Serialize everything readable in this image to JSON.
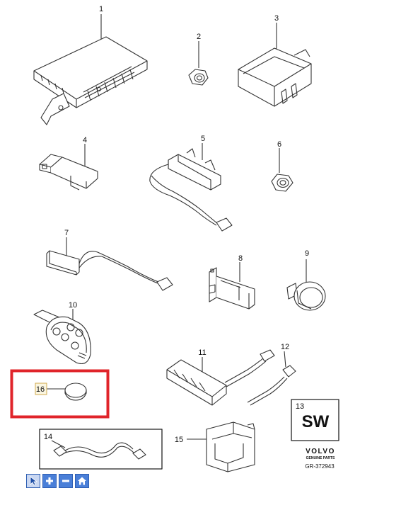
{
  "callouts": {
    "c1": "1",
    "c2": "2",
    "c3": "3",
    "c4": "4",
    "c5": "5",
    "c6": "6",
    "c7": "7",
    "c8": "8",
    "c9": "9",
    "c10": "10",
    "c11": "11",
    "c12": "12",
    "c13": "13",
    "c14": "14",
    "c15": "15",
    "c16": "16"
  },
  "sw_badge": "SW",
  "brand": {
    "name": "VOLVO",
    "tagline": "GENUINE PARTS"
  },
  "diagram_code": "GR-372943",
  "colors": {
    "highlight": "#e0242a",
    "line": "#333333",
    "toolbar": "#4a7fd8"
  },
  "toolbar": {
    "select_icon": "cursor-icon",
    "zoom_in_icon": "plus-icon",
    "zoom_out_icon": "minus-icon",
    "home_icon": "home-icon"
  }
}
